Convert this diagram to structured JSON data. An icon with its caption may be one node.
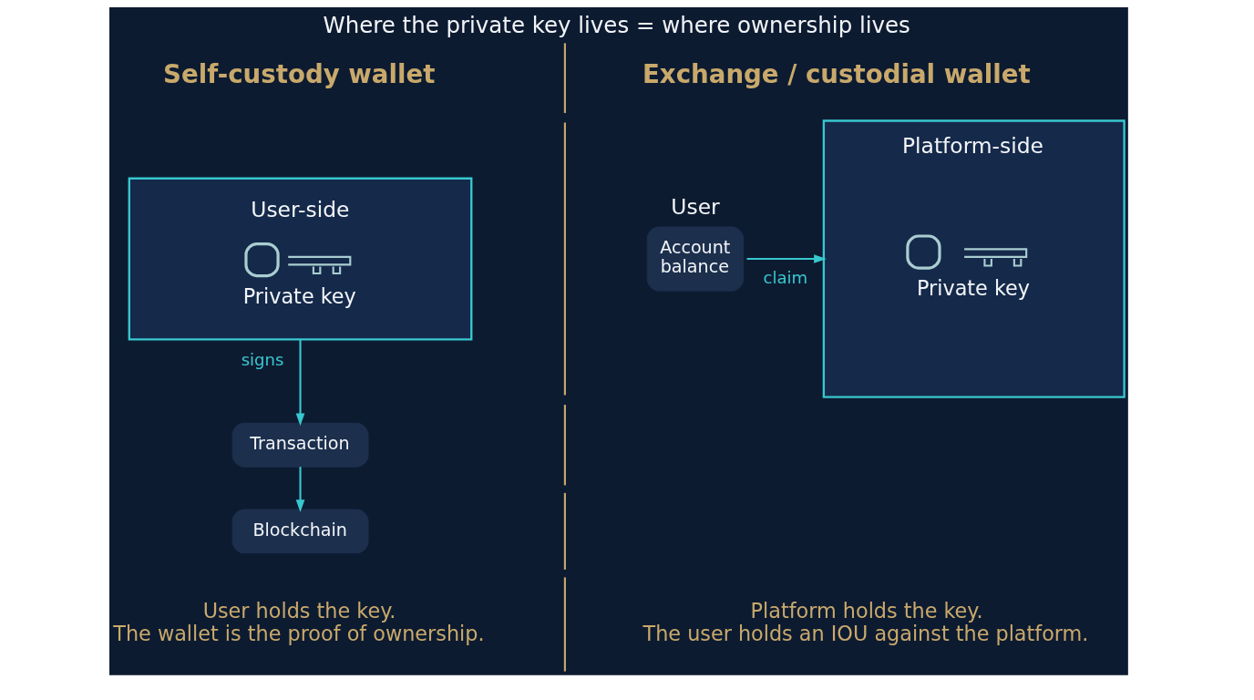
{
  "diagram": {
    "title": "Where the private key lives = where ownership lives",
    "nodes": [
      {
        "text": [
          "User-side",
          "Private key"
        ]
      },
      {
        "text": [
          "Transaction"
        ]
      },
      {
        "text": [
          "Blockchain"
        ]
      },
      {
        "text": [
          "User",
          "Account balance"
        ]
      },
      {
        "text": [
          "Platform-side",
          "Private key"
        ]
      }
    ],
    "edges": [
      {
        "from": 0,
        "to": 1,
        "arrow": "to",
        "label": "signs"
      },
      {
        "from": 1,
        "to": 2,
        "arrow": "to"
      },
      {
        "from": 3,
        "to": 4,
        "arrow": "to",
        "label": "claim"
      }
    ],
    "labels": [
      "Self-custody wallet",
      "Exchange / custodial wallet",
      "User holds the key. The wallet is the proof of ownership.",
      "Platform holds the key. The user holds an IOU against the platform."
    ]
  }
}
